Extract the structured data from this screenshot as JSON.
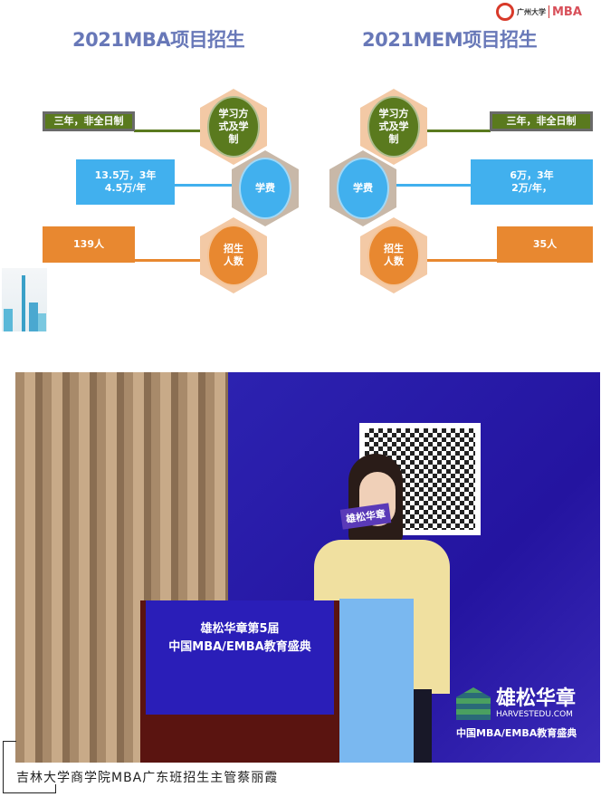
{
  "logo": {
    "school": "广州大学",
    "program": "MBA"
  },
  "mba": {
    "title": "2021MBA项目招生",
    "study_label": "学习方式及学制",
    "study_value": "三年，非全日制",
    "fee_label": "学费",
    "fee_value_1": "13.5万，3年",
    "fee_value_2": "4.5万/年",
    "enroll_label": "招生人数",
    "enroll_value": "139人"
  },
  "mem": {
    "title": "2021MEM项目招生",
    "study_label": "学习方式及学制",
    "study_value": "三年，非全日制",
    "fee_label": "学费",
    "fee_value_1": "6万，3年",
    "fee_value_2": "2万/年，",
    "enroll_label": "招生人数",
    "enroll_value": "35人"
  },
  "photo": {
    "podium_line1": "雄松华章第5届",
    "podium_line2": "中国MBA/EMBA教育盛典",
    "mic_flag": "雄松华章",
    "brand": "雄松华章",
    "brand_url": "HARVESTEDU.COM",
    "brand_sub": "中国MBA/EMBA教育盛典"
  },
  "caption": "吉林大学商学院MBA广东班招生主管蔡丽霞",
  "colors": {
    "green": "#5a7a1e",
    "blue": "#41b0ee",
    "orange": "#e88830",
    "title": "#6878b8"
  }
}
